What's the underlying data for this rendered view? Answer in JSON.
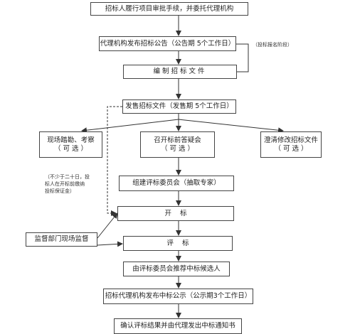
{
  "steps": {
    "s1": "招标人履行项目审批手续，并委托代理机构",
    "s2": "代理机构发布招标公告（公告期 5个工作日）",
    "s3": "编制招标文件",
    "s4": "发售招标文件（发售期 5个工作日）",
    "s5a": "现场踏勘、考察",
    "s5a_sub": "（ 可  选 ）",
    "s5b": "召开标前答疑会",
    "s5b_sub": "（ 可  选 ）",
    "s5c": "澄清修改招标文件",
    "s5c_sub": "（ 可  选 ）",
    "s6": "组建评标委员会（抽取专家）",
    "s7": "开    标",
    "s8": "评    标",
    "s9": "由评标委员会推荐中标候选人",
    "s10": "招标代理机构发布中标公示（公示期3个工作日）",
    "s11": "确认评标结果并由代理发出中标通知书"
  },
  "notes": {
    "bid_stage": "（投标报名阶段）",
    "deadline_line1": "（不少于二十日，投",
    "deadline_line2": "标人在开标前缴纳",
    "deadline_line3": "投标保证金）"
  },
  "supervisor": "监督部门现场监督"
}
